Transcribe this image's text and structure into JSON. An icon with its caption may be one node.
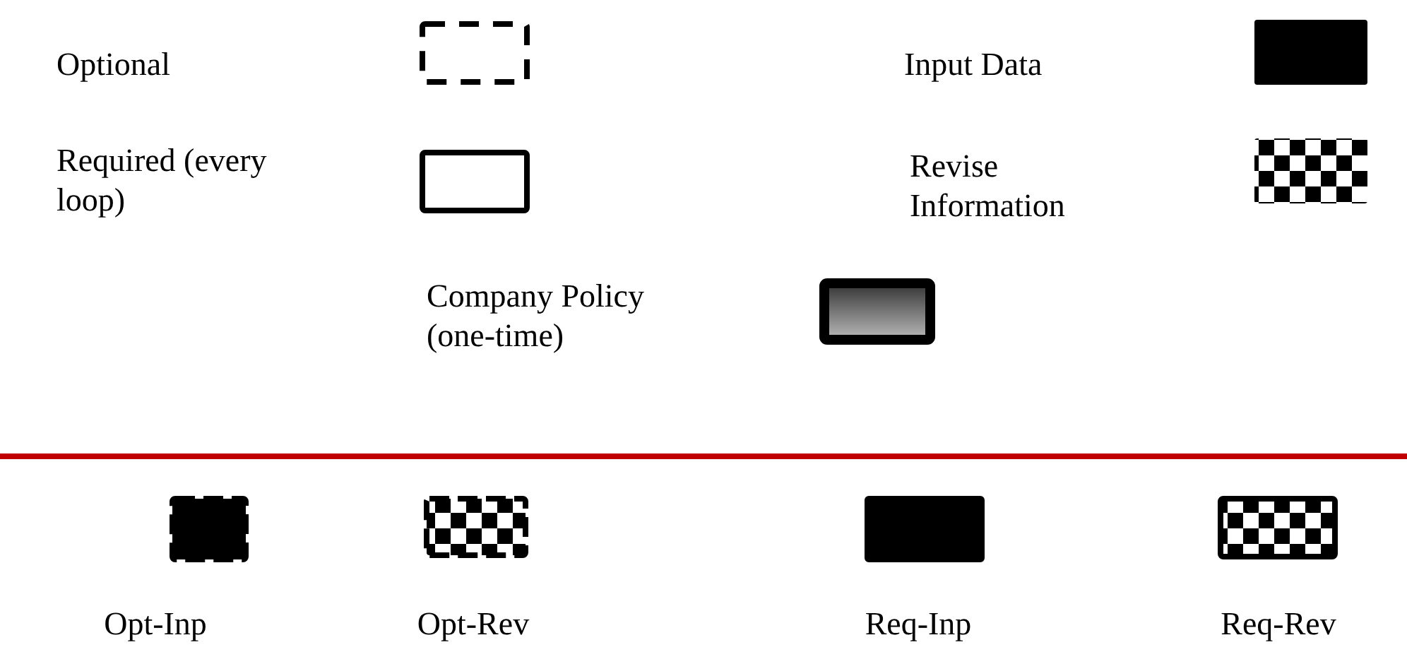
{
  "diagram": {
    "legend": [
      {
        "text": "Optional"
      },
      {
        "text": "Input Data"
      },
      {
        "text": "Required (every loop)"
      },
      {
        "text": "Revise Information"
      },
      {
        "text": "Company Policy (one-time)"
      },
      {
        "text": "Opt-Inp"
      },
      {
        "text": "Opt-Rev"
      },
      {
        "text": "Req-Inp"
      },
      {
        "text": "Req-Rev"
      }
    ]
  }
}
